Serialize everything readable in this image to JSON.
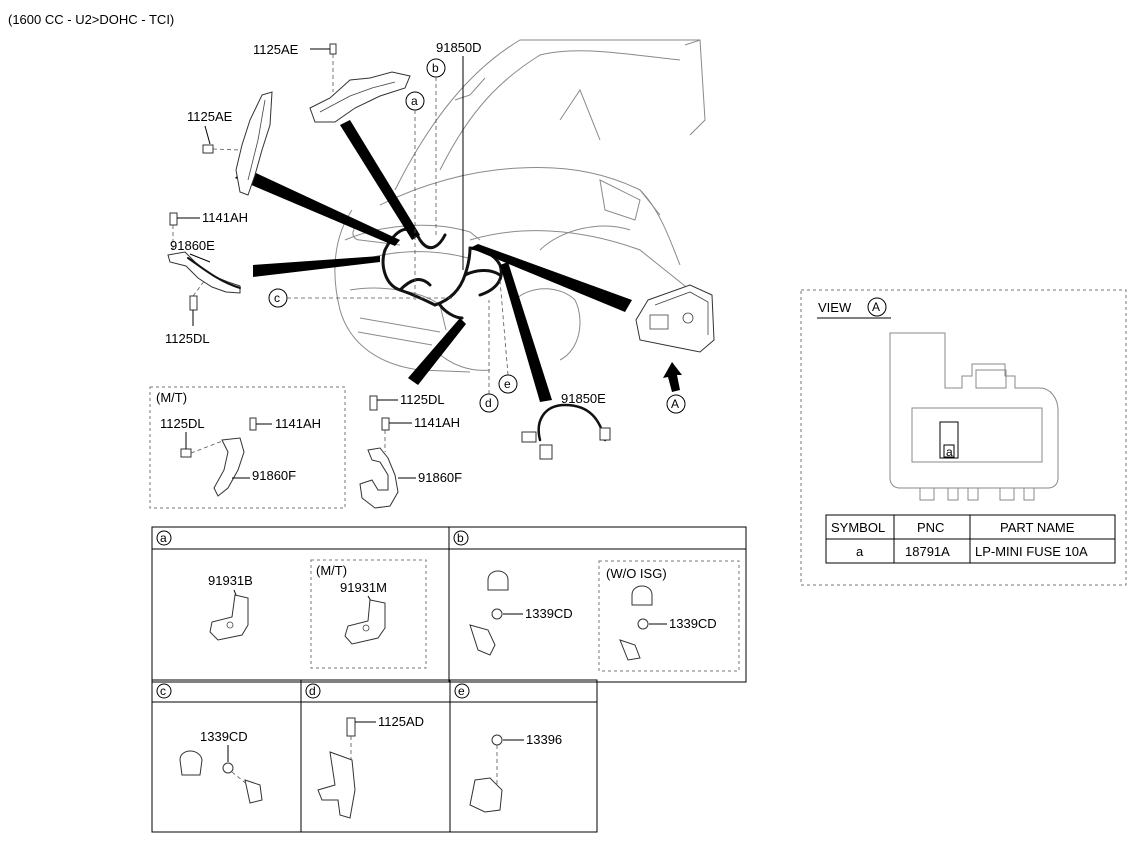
{
  "header": {
    "engine_spec": "(1600 CC - U2>DOHC - TCI)"
  },
  "main_labels": {
    "bolt_top": "1125AE",
    "bolt_left": "1125AE",
    "bolt_1141_left": "1141AH",
    "harness_91860E": "91860E",
    "bolt_1125DL_left": "1125DL",
    "harness_91850D": "91850D",
    "harness_91850E": "91850E",
    "bolt_1125DL_mid": "1125DL",
    "bolt_1141_mid": "1141AH",
    "harness_91860F_mid": "91860F"
  },
  "callouts": {
    "a": "a",
    "b": "b",
    "c": "c",
    "d": "d",
    "e": "e",
    "view": "A"
  },
  "mt_box": {
    "title": "(M/T)",
    "label_1125DL": "1125DL",
    "label_1141AH": "1141AH",
    "label_91860F": "91860F"
  },
  "view_panel": {
    "title": "VIEW",
    "view_letter": "A",
    "fuse_letter": "a",
    "table": {
      "headers": [
        "SYMBOL",
        "PNC",
        "PART NAME"
      ],
      "rows": [
        [
          "a",
          "18791A",
          "LP-MINI FUSE 10A"
        ]
      ]
    }
  },
  "detail_sections": {
    "a": {
      "key": "a",
      "part_left": "91931B",
      "mt_title": "(M/T)",
      "part_right": "91931M"
    },
    "b": {
      "key": "b",
      "part_left": "1339CD",
      "wo_title": "(W/O ISG)",
      "part_right": "1339CD"
    },
    "c": {
      "key": "c",
      "part": "1339CD"
    },
    "d": {
      "key": "d",
      "part": "1125AD"
    },
    "e": {
      "key": "e",
      "part": "13396"
    }
  },
  "colors": {
    "line": "#000000",
    "car_outline": "#8a8a8a",
    "dashed_frame": "#777777"
  }
}
